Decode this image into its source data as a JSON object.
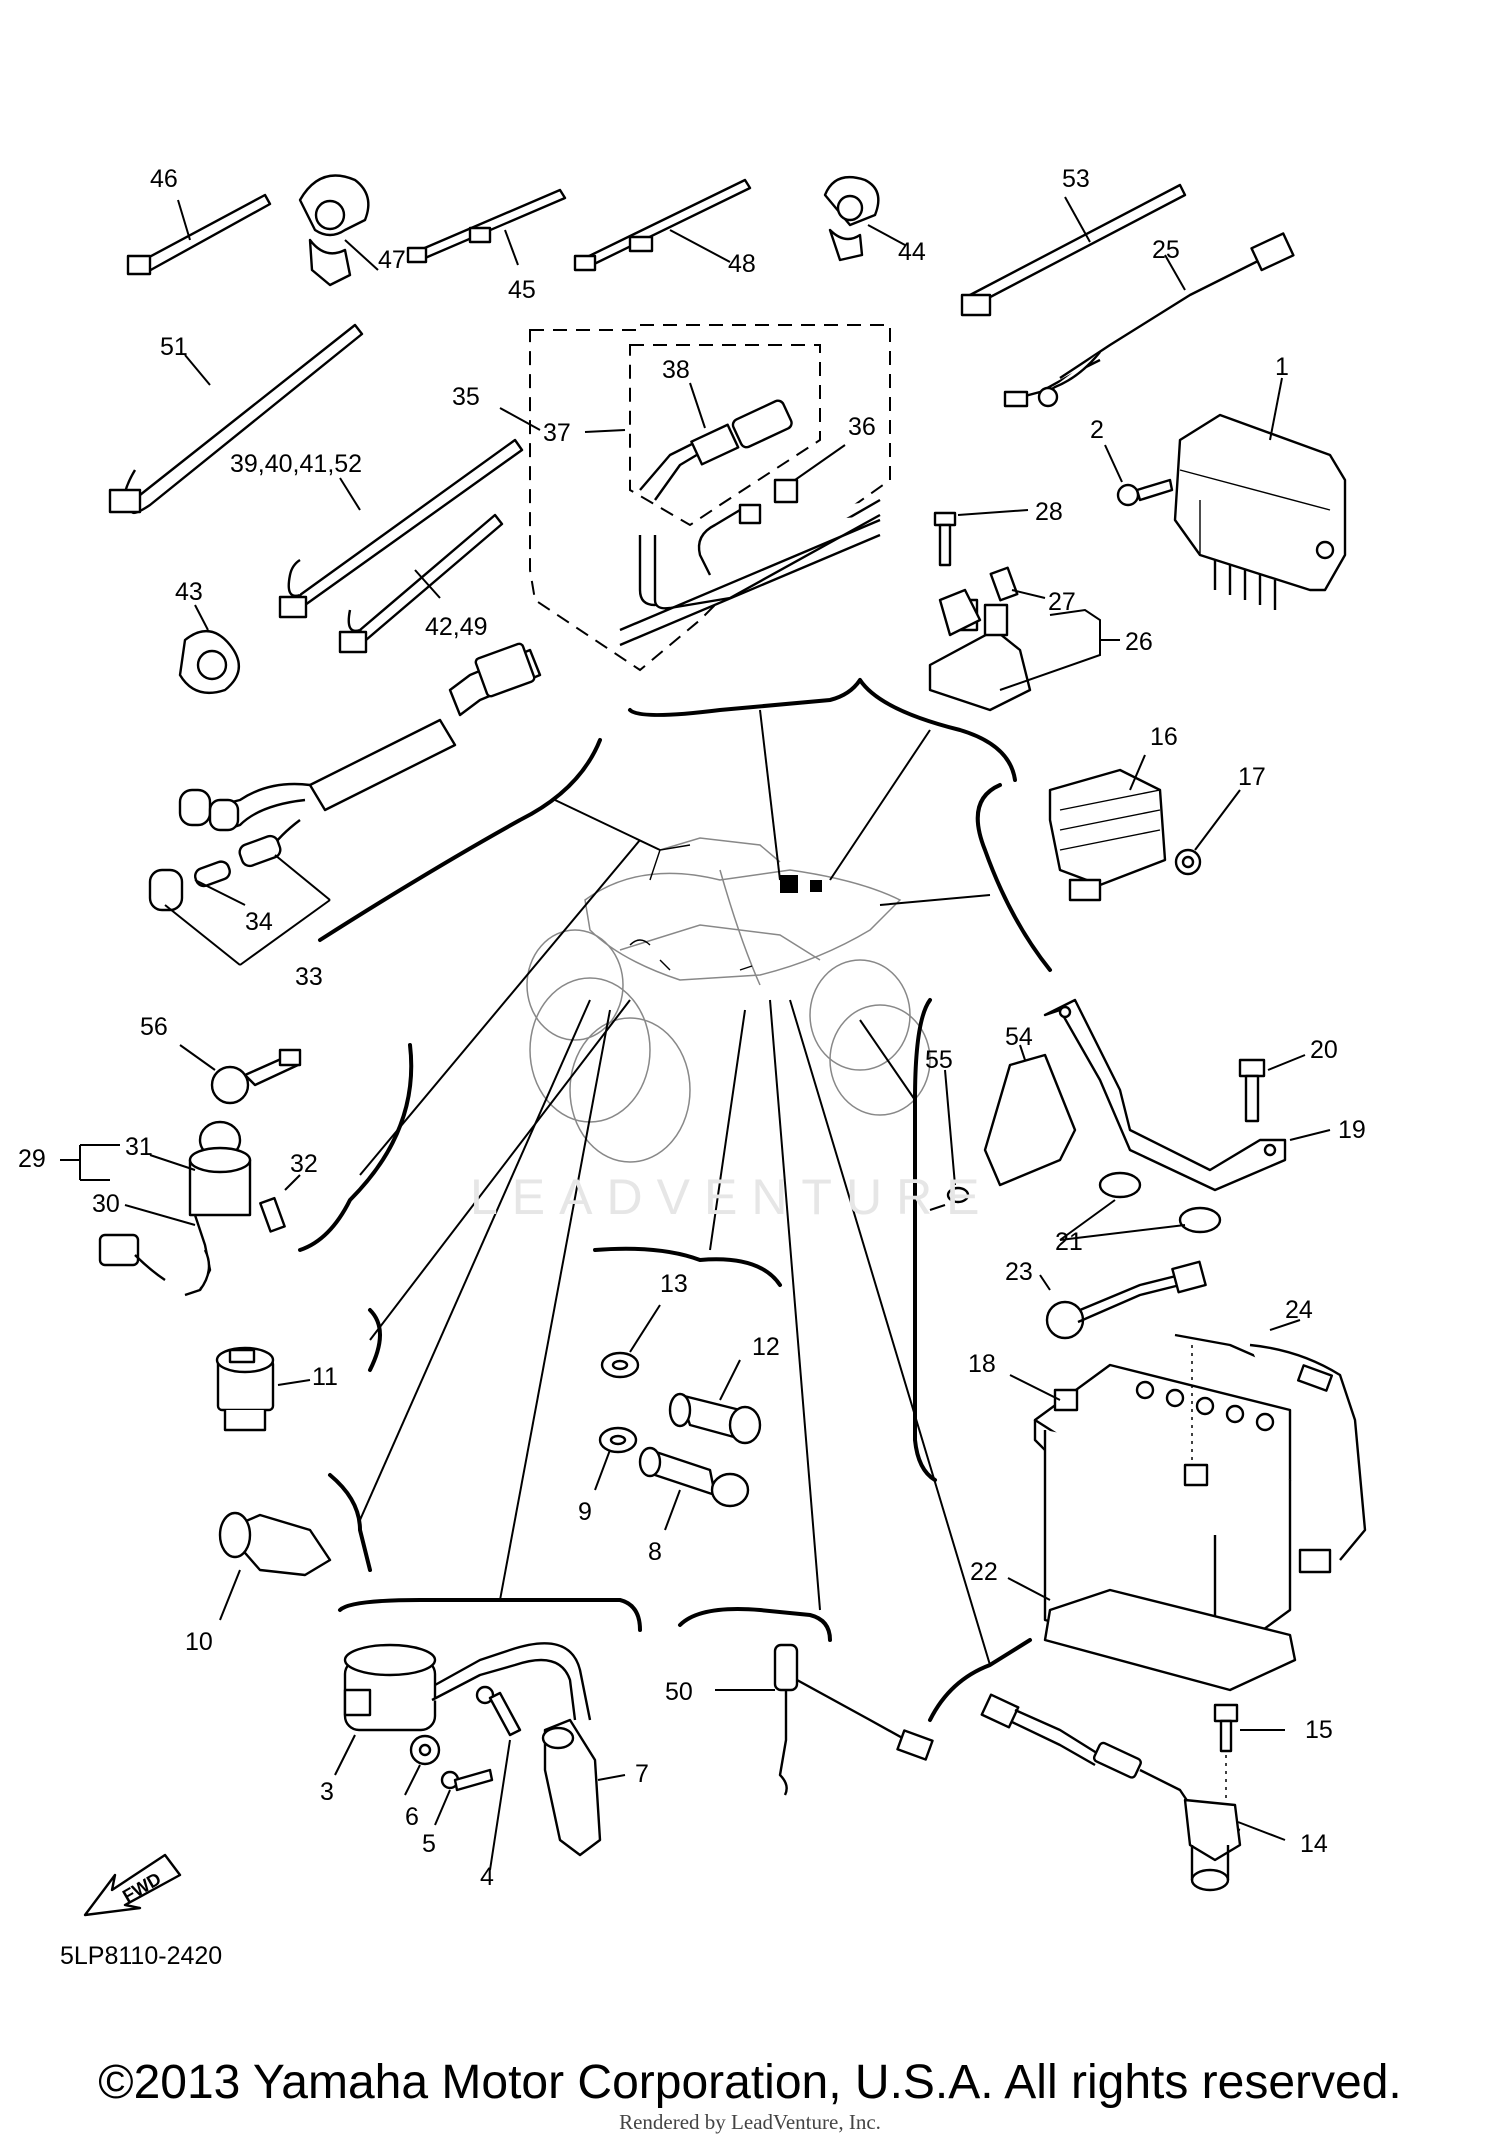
{
  "diagram": {
    "part_labels": {
      "p1": "1",
      "p2": "2",
      "p3": "3",
      "p4": "4",
      "p5": "5",
      "p6": "6",
      "p7": "7",
      "p8": "8",
      "p9": "9",
      "p10": "10",
      "p11": "11",
      "p12": "12",
      "p13": "13",
      "p14": "14",
      "p15": "15",
      "p16": "16",
      "p17": "17",
      "p18": "18",
      "p19": "19",
      "p20": "20",
      "p21": "21",
      "p22": "22",
      "p23": "23",
      "p24": "24",
      "p25": "25",
      "p26": "26",
      "p27": "27",
      "p28": "28",
      "p29": "29",
      "p30": "30",
      "p31": "31",
      "p32": "32",
      "p33": "33",
      "p34": "34",
      "p35": "35",
      "p36": "36",
      "p37": "37",
      "p38": "38",
      "p39_52": "39,40,41,52",
      "p42_49": "42,49",
      "p43": "43",
      "p44": "44",
      "p45": "45",
      "p46": "46",
      "p47": "47",
      "p48": "48",
      "p50": "50",
      "p51": "51",
      "p53": "53",
      "p54": "54",
      "p55": "55",
      "p56": "56"
    },
    "fwd_label": "FWD",
    "document_number": "5LP8110-2420",
    "watermark": "LEADVENTURE",
    "copyright": "©2013 Yamaha Motor Corporation, U.S.A. All rights reserved.",
    "rendered_by": "Rendered by LeadVenture, Inc."
  }
}
